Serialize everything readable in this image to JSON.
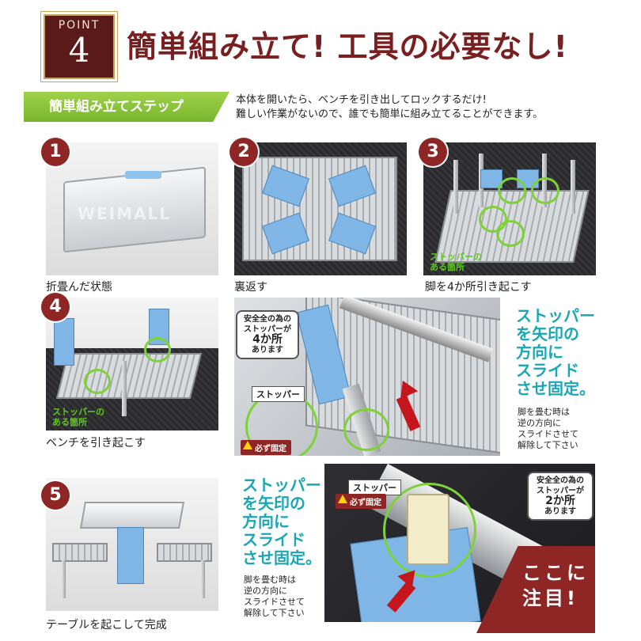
{
  "header": {
    "point_word": "POINT",
    "point_number": "4",
    "title": "簡単組み立て! 工具の必要なし!"
  },
  "steps_banner": {
    "label": "簡単組み立てステップ",
    "description_line1": "本体を開いたら、ベンチを引き出してロックするだけ!",
    "description_line2": "難しい作業がないので、誰でも簡単に組み立てることができます。"
  },
  "steps": [
    {
      "number": "1",
      "caption": "折畳んだ状態"
    },
    {
      "number": "2",
      "caption": "裏返す"
    },
    {
      "number": "3",
      "caption": "脚を4か所引き起こす",
      "label": "ストッパーの\nある箇所"
    },
    {
      "number": "4",
      "caption": "ベンチを引き起こす",
      "label": "ストッパーの\nある箇所"
    },
    {
      "number": "5",
      "caption": "テーブルを起こして完成"
    }
  ],
  "detail_top": {
    "callout_line1": "安全全の為の",
    "callout_line2": "ストッパーが",
    "callout_count": "4か所",
    "callout_line3": "あります",
    "stopper_label": "ストッパー",
    "warning_label": "必ず固定",
    "instruction_l1": "ストッパー",
    "instruction_l2": "を矢印の",
    "instruction_l3": "方向に",
    "instruction_l4": "スライド",
    "instruction_l5": "させ固定。",
    "note_l1": "脚を畳む時は",
    "note_l2": "逆の方向に",
    "note_l3": "スライドさせて",
    "note_l4": "解除して下さい"
  },
  "detail_bottom": {
    "instruction_l1": "ストッパー",
    "instruction_l2": "を矢印の",
    "instruction_l3": "方向に",
    "instruction_l4": "スライド",
    "instruction_l5": "させ固定。",
    "note_l1": "脚を畳む時は",
    "note_l2": "逆の方向に",
    "note_l3": "スライドさせて",
    "note_l4": "解除して下さい",
    "stopper_label": "ストッパー",
    "warning_label": "必ず固定",
    "callout_line1": "安全全の為の",
    "callout_line2": "ストッパーが",
    "callout_count": "2か所",
    "callout_line3": "あります",
    "highlight_l1": "ここに",
    "highlight_l2": "注目!"
  },
  "watermark": "WEIMALL",
  "colors": {
    "accent": "#8e2626",
    "green": "#7ab52e",
    "teal": "#1ba6b5",
    "arrow": "#c4161c"
  }
}
